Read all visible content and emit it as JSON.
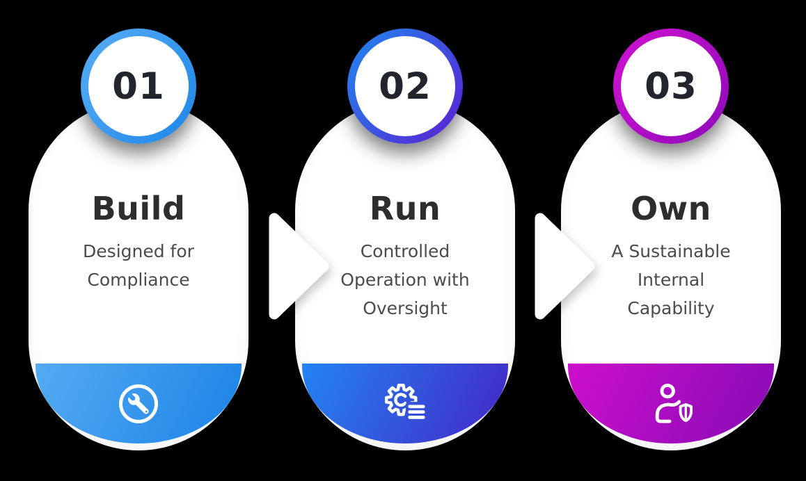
{
  "canvas": {
    "background": "#000000"
  },
  "text_colors": {
    "number": "#23252e",
    "title": "#2d2d2d",
    "description": "#4b4b4b"
  },
  "arrow_color": "#ffffff",
  "steps": [
    {
      "number": "01",
      "title": "Build",
      "description": "Designed for Compliance",
      "icon": "wrench-circle-icon",
      "ring_gradient": {
        "from": "#58adf5",
        "to": "#1d86e8"
      },
      "panel_gradient": {
        "from": "#55abf3",
        "to": "#1a82e6"
      }
    },
    {
      "number": "02",
      "title": "Run",
      "description": "Controlled Operation with Oversight",
      "icon": "gear-checklist-icon",
      "ring_gradient": {
        "from": "#2088ee",
        "to": "#5a1fd3"
      },
      "panel_gradient": {
        "from": "#2384f2",
        "to": "#4326c6"
      }
    },
    {
      "number": "03",
      "title": "Own",
      "description": "A Sustainable Internal Capability",
      "icon": "user-shield-icon",
      "ring_gradient": {
        "from": "#d013d0",
        "to": "#8e0aba"
      },
      "panel_gradient": {
        "from": "#cd0ecd",
        "to": "#860cb4"
      }
    }
  ]
}
